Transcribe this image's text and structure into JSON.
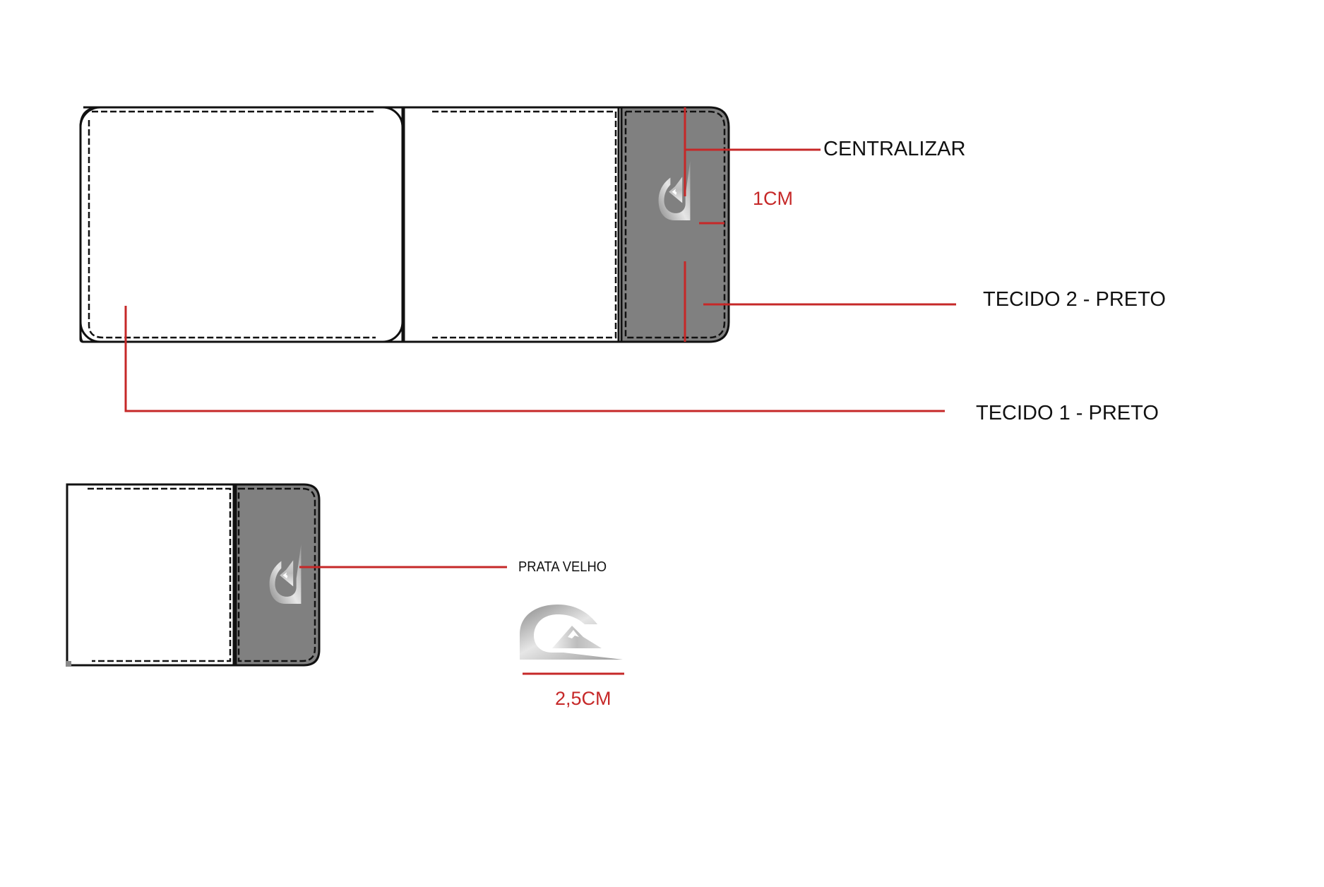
{
  "annotations": {
    "centralizar": "CENTRALIZAR",
    "dim_1cm": "1CM",
    "tecido2": "TECIDO 2 - PRETO",
    "tecido1": "TECIDO 1 - PRETO",
    "prata_velho": "PRATA VELHO",
    "dim_2_5cm": "2,5CM"
  },
  "colors": {
    "outline": "#111111",
    "panel_gray": "#808080",
    "callout_red": "#c62828",
    "logo_silver": "#c8c8c8"
  },
  "icons": [
    "quiksilver-logo-icon"
  ]
}
